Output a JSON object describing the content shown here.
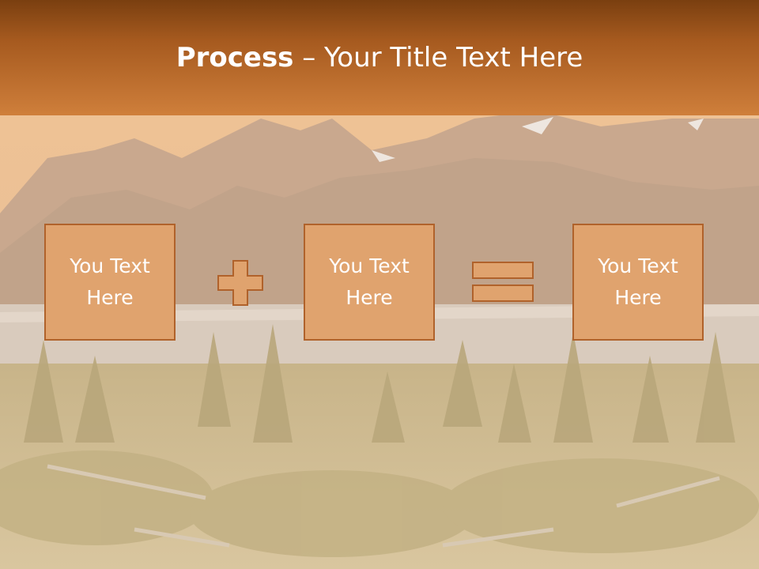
{
  "title": {
    "bold": "Process",
    "rest": " – Your Title Text Here"
  },
  "boxes": [
    {
      "text": "You Text Here"
    },
    {
      "text": "You Text Here"
    },
    {
      "text": "You Text Here"
    }
  ],
  "operators": [
    "plus-icon",
    "equals-icon"
  ],
  "colors": {
    "title_bar": "#a65a1f",
    "box_fill": "#e0a36e",
    "box_border": "#b0622b",
    "text": "#ffffff"
  }
}
